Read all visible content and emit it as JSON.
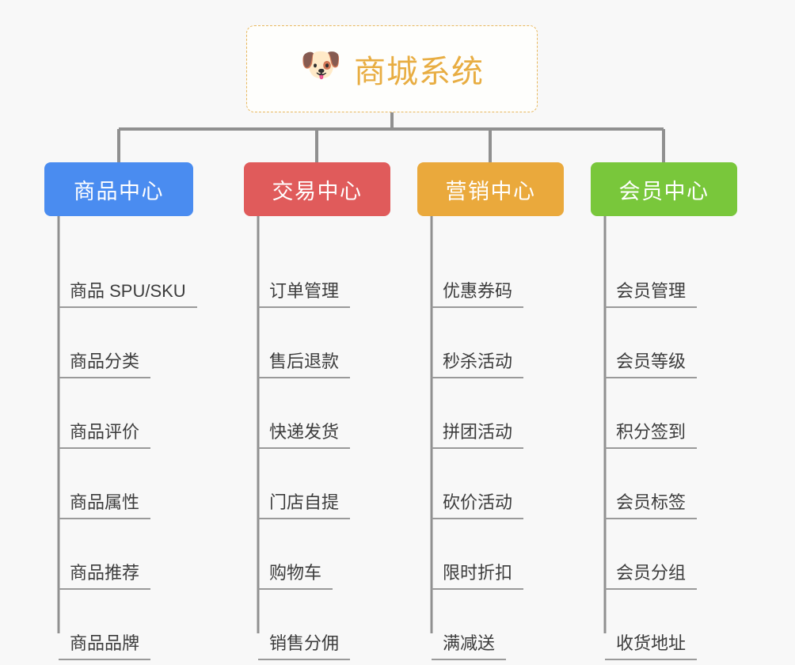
{
  "page": {
    "background_color": "#f8f8f8",
    "type": "organization-chart"
  },
  "root": {
    "icon": "dog-face-icon",
    "icon_glyph": "🐶",
    "title": "商城系统",
    "title_color": "#e8ad42",
    "border_color": "#e8b85e",
    "background_color": "#fefefc"
  },
  "branches": [
    {
      "title": "商品中心",
      "color": "#4a8cf0",
      "items": [
        {
          "label": "商品 SPU/SKU"
        },
        {
          "label": "商品分类"
        },
        {
          "label": "商品评价"
        },
        {
          "label": "商品属性"
        },
        {
          "label": "商品推荐"
        },
        {
          "label": "商品品牌"
        }
      ]
    },
    {
      "title": "交易中心",
      "color": "#e05b5b",
      "items": [
        {
          "label": "订单管理"
        },
        {
          "label": "售后退款"
        },
        {
          "label": "快递发货"
        },
        {
          "label": "门店自提"
        },
        {
          "label": "购物车"
        },
        {
          "label": "销售分佣"
        }
      ]
    },
    {
      "title": "营销中心",
      "color": "#eaa93c",
      "items": [
        {
          "label": "优惠券码"
        },
        {
          "label": "秒杀活动"
        },
        {
          "label": "拼团活动"
        },
        {
          "label": "砍价活动"
        },
        {
          "label": "限时折扣"
        },
        {
          "label": "满减送"
        }
      ]
    },
    {
      "title": "会员中心",
      "color": "#79c73b",
      "items": [
        {
          "label": "会员管理"
        },
        {
          "label": "会员等级"
        },
        {
          "label": "积分签到"
        },
        {
          "label": "会员标签"
        },
        {
          "label": "会员分组"
        },
        {
          "label": "收货地址"
        }
      ]
    }
  ],
  "connector": {
    "color": "#909090",
    "leaf_rule_color": "#9a9a9a"
  }
}
